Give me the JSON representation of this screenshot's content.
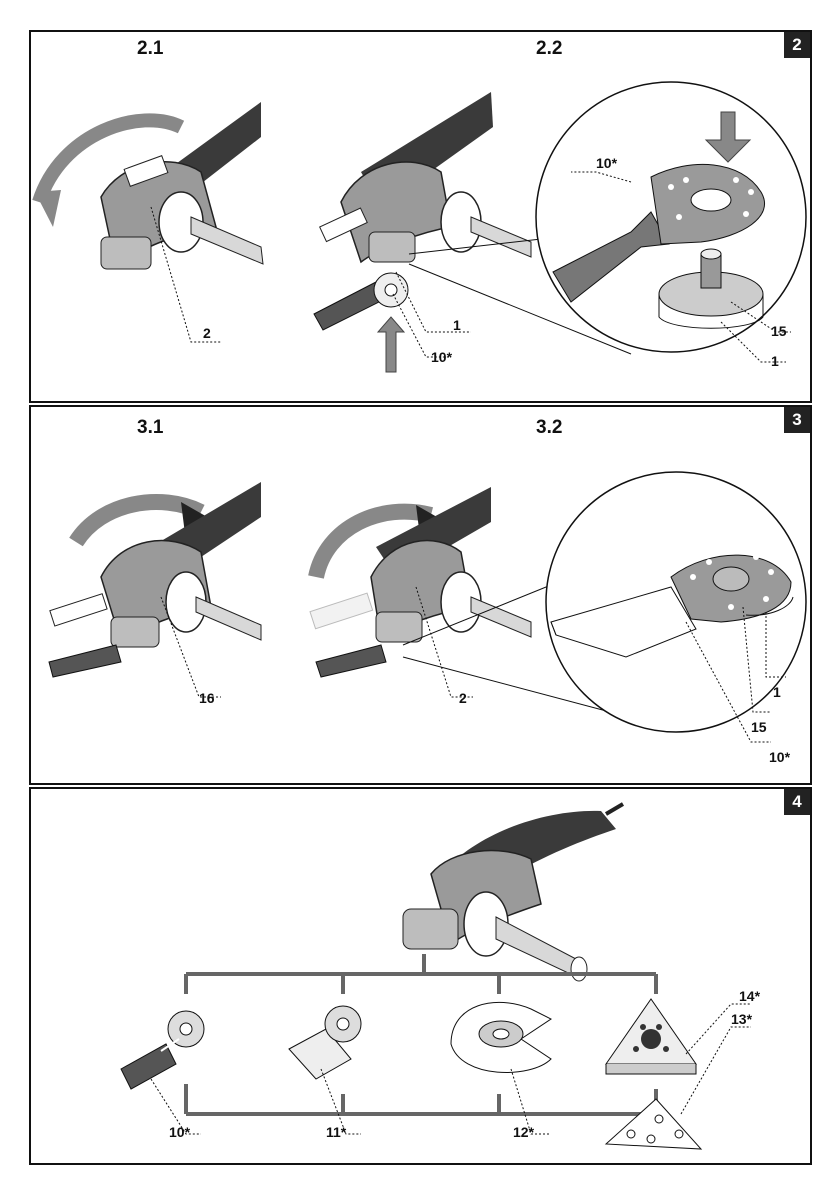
{
  "panels": [
    {
      "number": "2",
      "sub_left": "2.1",
      "sub_right": "2.2",
      "labels": {
        "a": "2",
        "b": "1",
        "c": "10*",
        "d": "10*",
        "e": "15",
        "f": "1"
      }
    },
    {
      "number": "3",
      "sub_left": "3.1",
      "sub_right": "3.2",
      "labels": {
        "a": "16",
        "b": "2",
        "c": "1",
        "d": "15",
        "e": "10*"
      }
    },
    {
      "number": "4",
      "labels": {
        "a": "10*",
        "b": "11*",
        "c": "12*",
        "d": "14*",
        "e": "13*"
      }
    }
  ]
}
